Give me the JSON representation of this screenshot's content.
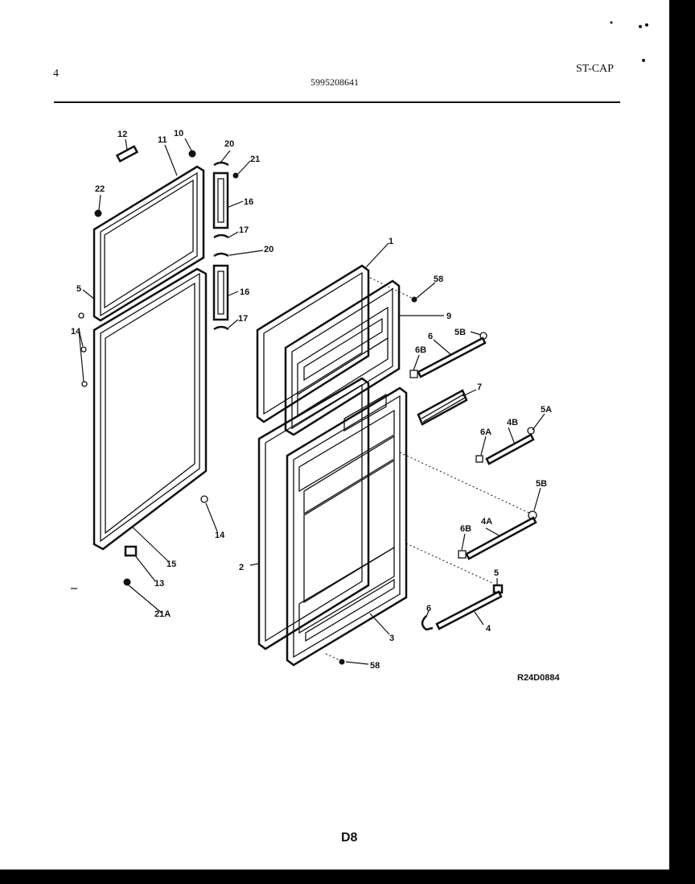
{
  "header": {
    "page_number": "4",
    "document_number": "5995208641",
    "model_code": "ST-CAP"
  },
  "footer": {
    "drawing_ref": "R24D0884",
    "page_id": "D8"
  },
  "callouts": {
    "c1": "1",
    "c2": "2",
    "c3": "3",
    "c4": "4",
    "c4a": "4A",
    "c4b": "4B",
    "c5": "5",
    "c5a": "5A",
    "c5b_top": "5B",
    "c5b_mid": "5B",
    "c6": "6",
    "c6_lower": "6",
    "c6a": "6A",
    "c6b_top": "6B",
    "c6b_mid": "6B",
    "c7": "7",
    "c9": "9",
    "c10": "10",
    "c11": "11",
    "c12": "12",
    "c13": "13",
    "c14_left": "14",
    "c14_bottom": "14",
    "c15": "15",
    "c16_top": "16",
    "c16_bottom": "16",
    "c17_top": "17",
    "c17_bottom": "17",
    "c20_top": "20",
    "c20_mid": "20",
    "c21": "21",
    "c21a": "21A",
    "c22": "22",
    "c58_top": "58",
    "c58_bottom": "58",
    "c5_left": "5"
  }
}
